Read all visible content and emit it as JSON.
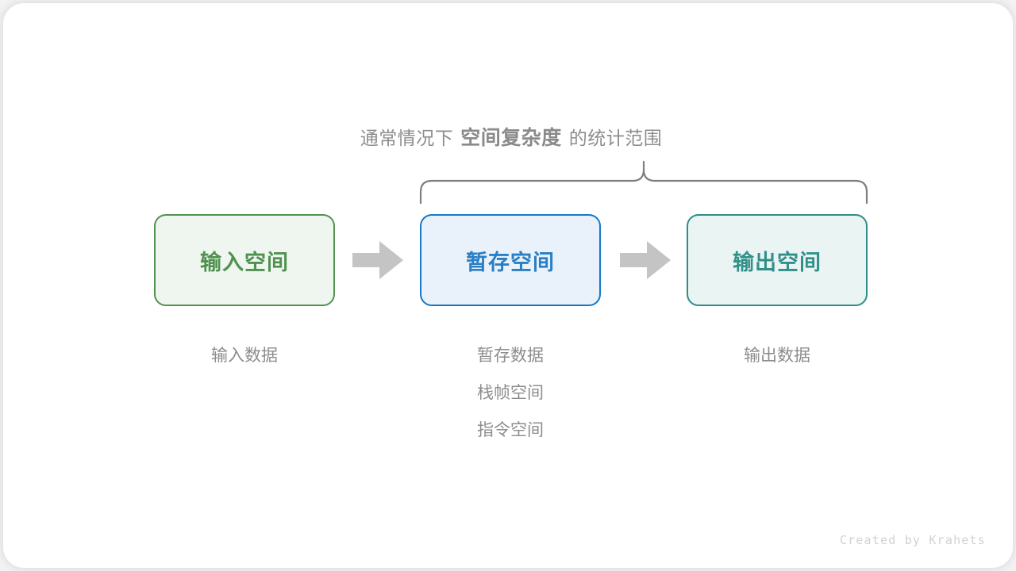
{
  "diagram": {
    "brace_caption": {
      "prefix": "通常情况下",
      "emphasis": "空间复杂度",
      "suffix": "的统计范围"
    },
    "brace": {
      "icon": "curly-brace",
      "color": "#7f7f7f"
    },
    "arrows": [
      {
        "icon": "right-arrow",
        "color": "#c4c4c4"
      },
      {
        "icon": "right-arrow",
        "color": "#c4c4c4"
      }
    ],
    "boxes": [
      {
        "id": "input",
        "label": "输入空间",
        "border_color": "#53924f",
        "fill_color": "#eff5ef",
        "text_color": "#4e9250",
        "captions": [
          "输入数据"
        ]
      },
      {
        "id": "temp",
        "label": "暂存空间",
        "border_color": "#1778c5",
        "fill_color": "#e9f2fb",
        "text_color": "#2b7fc4",
        "captions": [
          "暂存数据",
          "栈帧空间",
          "指令空间"
        ]
      },
      {
        "id": "output",
        "label": "输出空间",
        "border_color": "#2f8d86",
        "fill_color": "#eaf4f3",
        "text_color": "#31918a",
        "captions": [
          "输出数据"
        ]
      }
    ],
    "watermark": "Created by Krahets"
  }
}
